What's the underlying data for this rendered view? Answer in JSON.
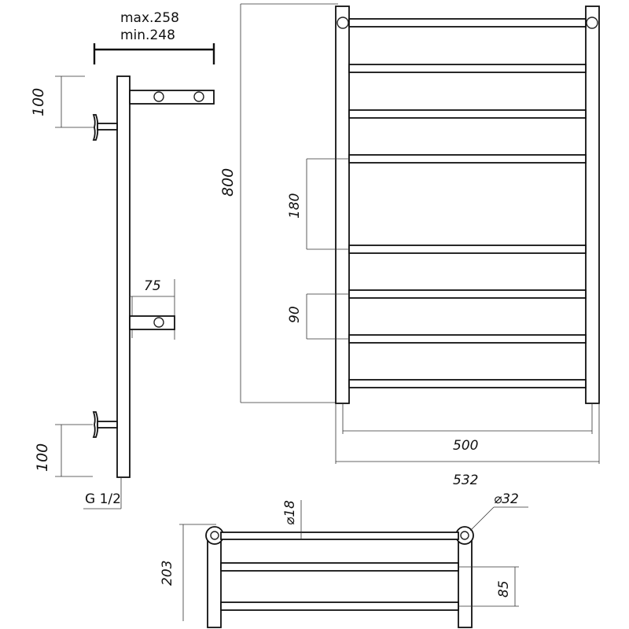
{
  "side_view": {
    "depth_max": "max.258",
    "depth_min": "min.248",
    "top_offset": "100",
    "bracket_length": "75",
    "bottom_offset": "100",
    "thread": "G 1/2"
  },
  "front_view": {
    "height": "800",
    "rung_gap_large": "180",
    "rung_gap_small": "90",
    "center_width": "500",
    "overall_width": "532"
  },
  "top_view": {
    "rung_diameter": "⌀18",
    "post_diameter": "⌀32",
    "depth": "203",
    "bar_spacing": "85"
  }
}
